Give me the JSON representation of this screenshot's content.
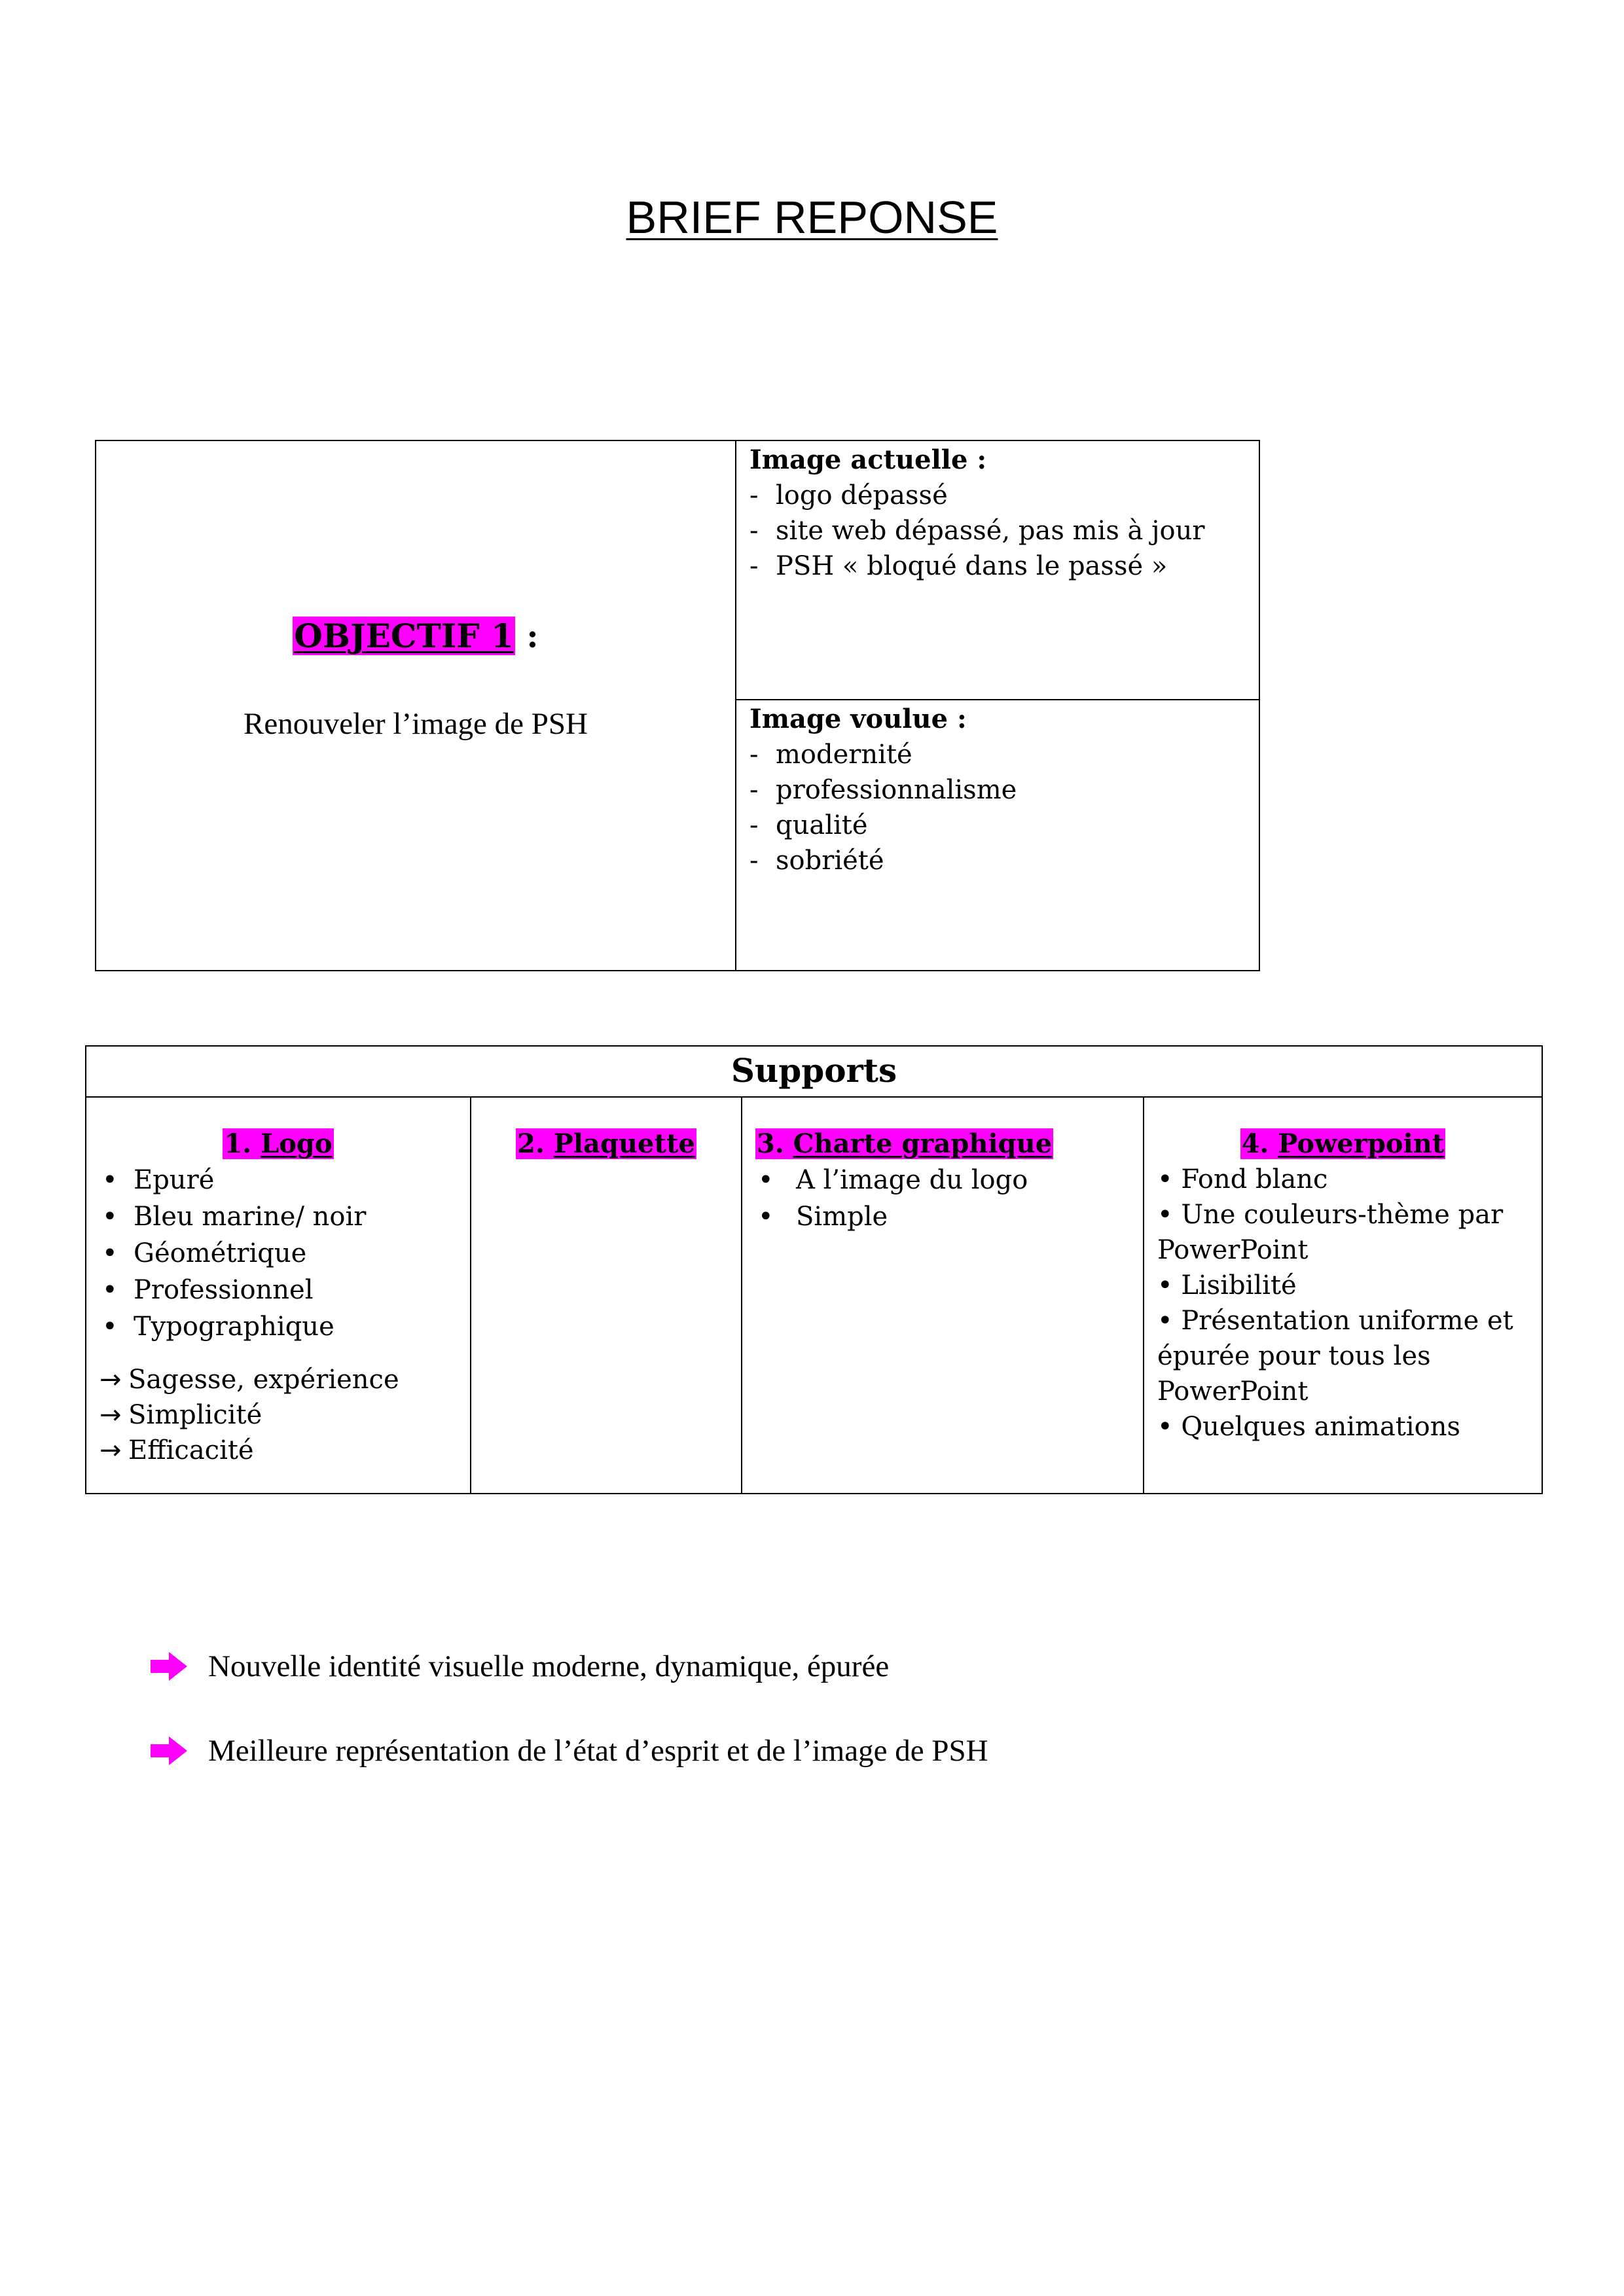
{
  "page": {
    "title": "BRIEF REPONSE"
  },
  "objective": {
    "heading": "OBJECTIF 1",
    "heading_suffix": " :",
    "text": "Renouveler l’image de PSH",
    "current_image": {
      "label": "Image actuelle :",
      "items": [
        "logo dépassé",
        "site web dépassé, pas mis à jour",
        "PSH « bloqué dans le passé »"
      ]
    },
    "wanted_image": {
      "label": "Image voulue :",
      "items": [
        "modernité",
        "professionnalisme",
        "qualité",
        "sobriété"
      ]
    }
  },
  "supports": {
    "header": "Supports",
    "columns": [
      {
        "number": "1. ",
        "title": "Logo",
        "items": [
          "Epuré",
          "Bleu marine/ noir",
          "Géométrique",
          "Professionnel",
          "Typographique"
        ],
        "results": [
          "Sagesse, expérience",
          "Simplicité",
          "Efficacité"
        ]
      },
      {
        "number": "2. ",
        "title": "Plaquette"
      },
      {
        "number": "3. ",
        "title": "Charte graphique",
        "items": [
          "A l’image du logo",
          "Simple"
        ]
      },
      {
        "number": "4. ",
        "title": "Powerpoint",
        "items": [
          "Fond blanc",
          "Une couleurs-thème par PowerPoint",
          "Lisibilité",
          "Présentation uniforme et épurée pour tous les PowerPoint",
          "Quelques animations"
        ]
      }
    ]
  },
  "conclusions": [
    "Nouvelle identité visuelle moderne, dynamique, épurée",
    "Meilleure représentation de l’état d’esprit et de l’image de PSH"
  ],
  "colors": {
    "highlight": "#ff00ff",
    "text": "#000000"
  },
  "icons": {
    "conclusion_marker": "arrow-right-icon"
  }
}
